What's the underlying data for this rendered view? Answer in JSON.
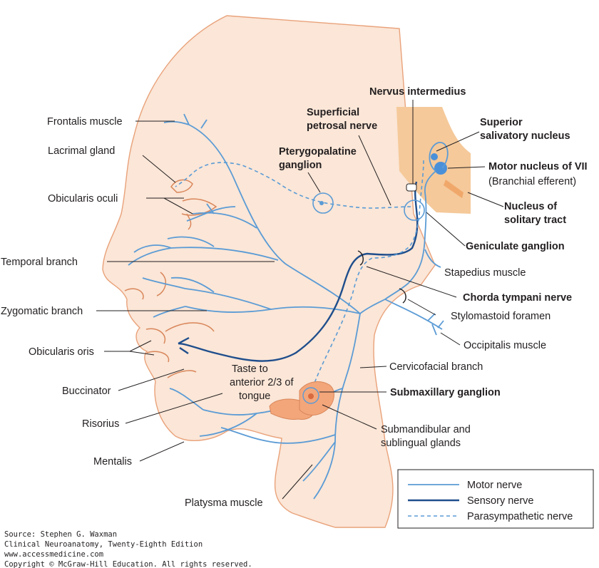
{
  "labels": {
    "frontalis": "Frontalis muscle",
    "lacrimal": "Lacrimal gland",
    "obicularis_oculi": "Obicularis oculi",
    "temporal": "Temporal branch",
    "zygomatic": "Zygomatic branch",
    "obicularis_oris": "Obicularis oris",
    "buccinator": "Buccinator",
    "risorius": "Risorius",
    "mentalis": "Mentalis",
    "platysma": "Platysma muscle",
    "nervus_intermedius": "Nervus intermedius",
    "superficial_petrosal_1": "Superficial",
    "superficial_petrosal_2": "petrosal nerve",
    "pterygopalatine_1": "Pterygopalatine",
    "pterygopalatine_2": "ganglion",
    "superior_salivatory_1": "Superior",
    "superior_salivatory_2": "salivatory nucleus",
    "motor_nucleus": "Motor nucleus of VII",
    "branchial_efferent": "(Branchial efferent)",
    "solitary_1": "Nucleus of",
    "solitary_2": "solitary tract",
    "geniculate": "Geniculate ganglion",
    "stapedius": "Stapedius muscle",
    "chorda": "Chorda tympani nerve",
    "stylomastoid": "Stylomastoid foramen",
    "occipitalis": "Occipitalis muscle",
    "cervicofacial": "Cervicofacial branch",
    "taste_1": "Taste to",
    "taste_2": "anterior 2/3 of",
    "taste_3": "tongue",
    "submaxillary": "Submaxillary ganglion",
    "glands_1": "Submandibular and",
    "glands_2": "sublingual glands"
  },
  "legend": {
    "motor": "Motor nerve",
    "sensory": "Sensory nerve",
    "parasympathetic": "Parasympathetic nerve"
  },
  "source": {
    "line1": "Source: Stephen G. Waxman",
    "line2": "Clinical Neuroanatomy, Twenty-Eighth Edition",
    "line3": "www.accessmedicine.com",
    "line4": "Copyright © McGraw-Hill Education. All rights reserved."
  },
  "colors": {
    "motor": "#5b9bd5",
    "sensory": "#1f4e8c",
    "skin": "#fbe6d7",
    "skin_outline": "#e9a27a",
    "brainstem": "#f5c99a",
    "nucleus": "#4a90d9"
  }
}
